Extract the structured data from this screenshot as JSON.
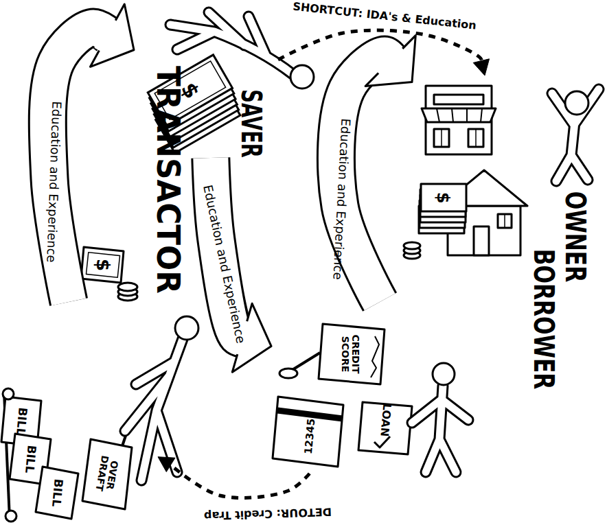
{
  "diagram": {
    "nodes": [
      {
        "text": [
          "TRANSACTOR"
        ]
      },
      {
        "text": [
          "SAVER"
        ]
      },
      {
        "text": [
          "BORROWER"
        ]
      },
      {
        "text": [
          "OWNER"
        ]
      }
    ],
    "edges": [
      {
        "from": 0,
        "to": 1,
        "arrow": "to",
        "label": "Education and Experience"
      },
      {
        "from": 1,
        "to": 2,
        "arrow": "to",
        "label": "Education and Experience"
      },
      {
        "from": 2,
        "to": 3,
        "arrow": "to",
        "label": "Education and Experience"
      },
      {
        "from": 1,
        "to": 3,
        "arrow": "to",
        "label": "SHORTCUT: IDA's & Education"
      },
      {
        "from": 2,
        "to": 0,
        "arrow": "to",
        "label": "DETOUR: Credit Trap"
      }
    ],
    "labels": [
      "$",
      "BILL",
      "BILL",
      "BILL",
      "OVER DRAFT",
      "$",
      "CREDIT SCORE",
      "LOAN",
      "12345",
      "$"
    ]
  }
}
